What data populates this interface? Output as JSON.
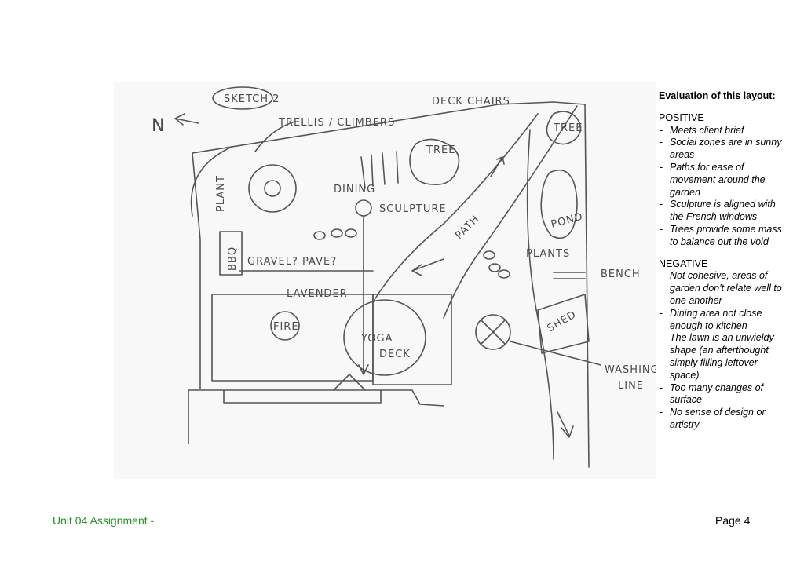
{
  "sketch": {
    "labels": {
      "sketch_title": "SKETCH 2",
      "north": "N",
      "trellis": "TRELLIS / CLIMBERS",
      "deck_chairs": "DECK CHAIRS",
      "tree_left": "TREE",
      "tree_right": "TREE",
      "plant": "PLANT",
      "dining": "DINING",
      "sculpture": "SCULPTURE",
      "path": "PATH",
      "pond": "POND",
      "plants": "PLANTS",
      "bbq": "BBQ",
      "gravel": "GRAVEL? PAVE?",
      "bench": "BENCH",
      "lavender": "LAVENDER",
      "fire": "FIRE",
      "yoga_deck_1": "YOGA",
      "yoga_deck_2": "DECK",
      "shed": "SHED",
      "washing_line_1": "WASHING",
      "washing_line_2": "LINE"
    }
  },
  "evaluation": {
    "title": "Evaluation of this layout:",
    "positive_heading": "POSITIVE",
    "positive": [
      "Meets client brief",
      "Social zones are in sunny areas",
      "Paths for ease of movement around the garden",
      "Sculpture is aligned with the French windows",
      "Trees provide some mass to balance out the void"
    ],
    "negative_heading": "NEGATIVE",
    "negative": [
      "Not cohesive, areas of garden don't relate well to one another",
      "Dining area not close enough to kitchen",
      "The lawn is an unwieldy shape (an afterthought simply filling leftover space)",
      "Too many changes of surface",
      "No sense of design or artistry"
    ]
  },
  "footer": {
    "left": "Unit 04 Assignment -",
    "right": "Page 4"
  }
}
